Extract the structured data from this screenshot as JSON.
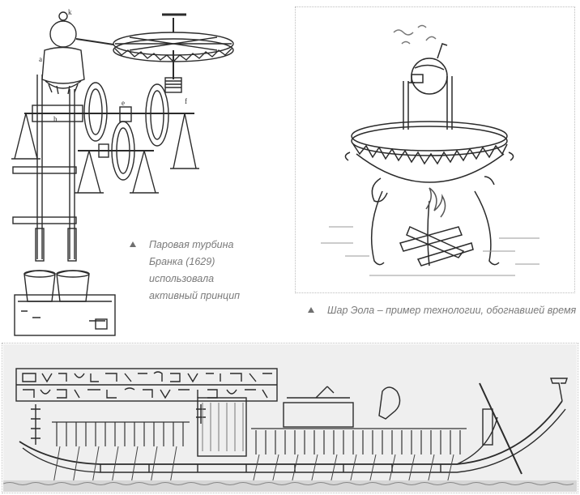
{
  "captions": {
    "branca": "Паровая турбина Бранка (1629) использовала активный принцип",
    "aeolipile": "Шар Эола – пример технологии, обогнавшей время"
  },
  "images": [
    {
      "name": "branca-steam-turbine-engraving",
      "icon": "engraving-icon"
    },
    {
      "name": "aeolipile-engraving",
      "icon": "engraving-icon"
    },
    {
      "name": "egyptian-boat-relief",
      "icon": "relief-icon"
    }
  ],
  "colors": {
    "ink": "#2b2b2b",
    "caption": "#7a7a7a",
    "triangle": "#6f6f6f",
    "relief_bg": "#efefef"
  }
}
